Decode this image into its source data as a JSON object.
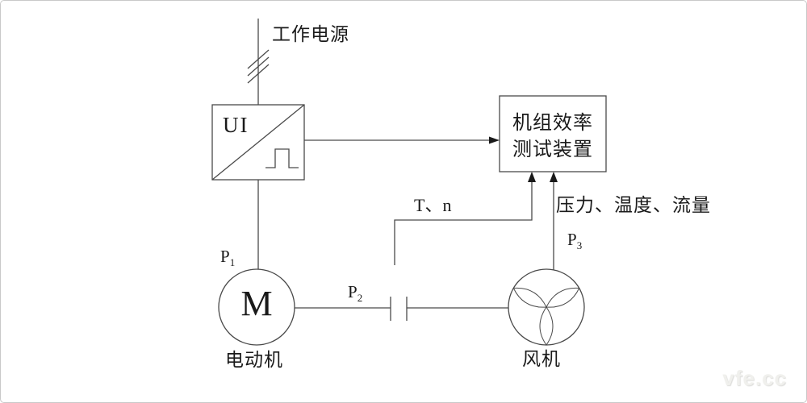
{
  "colors": {
    "stroke": "#4a4a4a",
    "arrow": "#1a1a1a",
    "text": "#1a1a1a",
    "border": "#c9c9c9",
    "watermark": "#f0f0ed"
  },
  "labels": {
    "power_supply": "工作电源",
    "power_meter": "UI",
    "test_device_line1": "机组效率",
    "test_device_line2": "测试装置",
    "torque_speed": "T、n",
    "flow_params": "压力、温度、流量",
    "motor_symbol": "M",
    "motor_name": "电动机",
    "fan_name": "风机",
    "p1": {
      "base": "P",
      "sub": "1"
    },
    "p2": {
      "base": "P",
      "sub": "2"
    },
    "p3": {
      "base": "P",
      "sub": "3"
    },
    "watermark": "vfe.cc"
  }
}
